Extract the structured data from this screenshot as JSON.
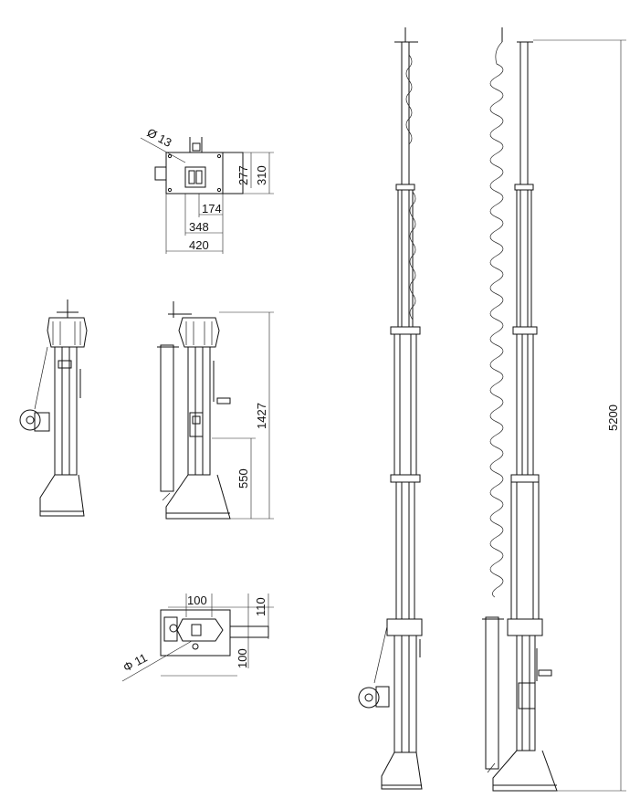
{
  "dimensions": {
    "top_view": {
      "hole_diameter": "Ø 13",
      "d_277": "277",
      "d_310": "310",
      "d_174": "174",
      "d_348": "348",
      "d_420": "420"
    },
    "side_view": {
      "d_1427": "1427",
      "d_550": "550"
    },
    "base_view": {
      "d_100_top": "100",
      "d_110": "110",
      "d_100_side": "100",
      "hole_diameter": "Φ 11"
    },
    "extended_view": {
      "d_5200": "5200"
    }
  },
  "colors": {
    "line": "#111111",
    "background": "#ffffff"
  }
}
